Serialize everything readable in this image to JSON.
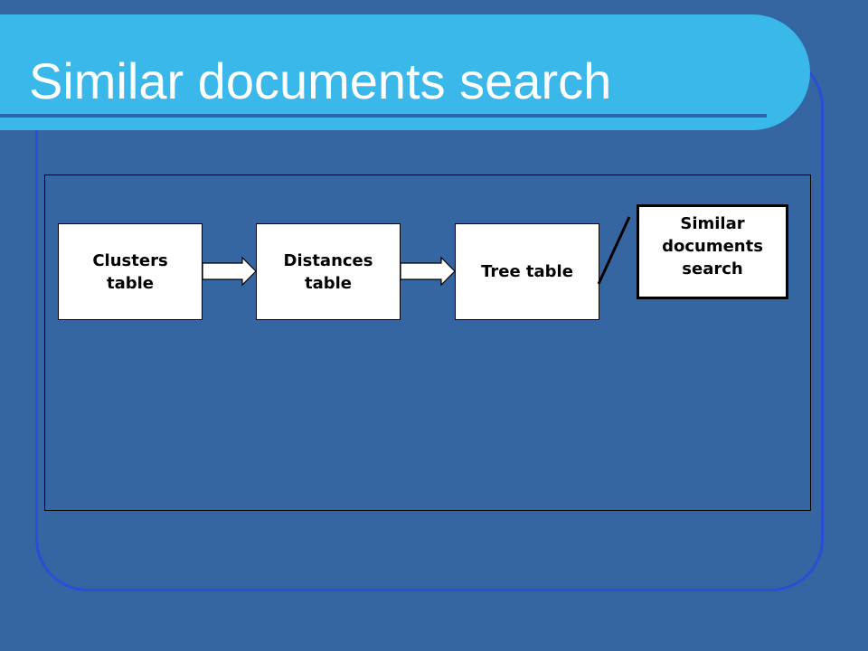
{
  "slide": {
    "title": "Similar documents search"
  },
  "diagram": {
    "nodes": {
      "clusters": "Clusters\ntable",
      "distances": "Distances\ntable",
      "tree": "Tree table",
      "similar": "Similar\ndocuments\nsearch"
    },
    "edges": [
      {
        "from": "Clusters table",
        "to": "Distances table",
        "style": "block-arrow"
      },
      {
        "from": "Distances table",
        "to": "Tree table",
        "style": "block-arrow"
      },
      {
        "from": "Tree table",
        "to": "Similar documents search",
        "style": "line"
      }
    ]
  },
  "colors": {
    "background": "#3566a2",
    "title_bar": "#39b8e9",
    "frame_border": "#2a4fd6",
    "title_text": "#ffffff"
  }
}
